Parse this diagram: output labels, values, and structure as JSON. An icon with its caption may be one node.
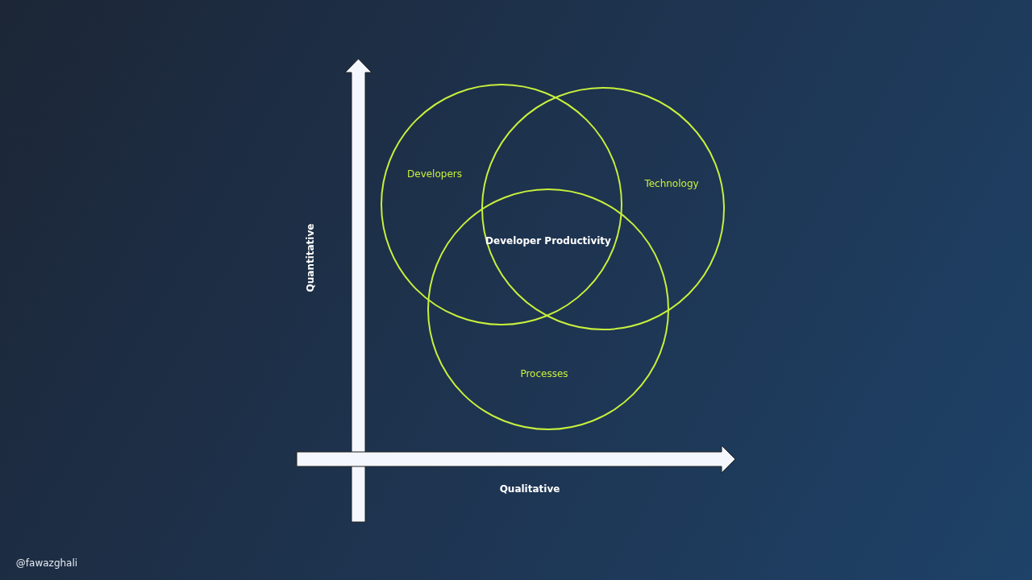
{
  "diagram": {
    "nodes": [
      {
        "text": [
          "Developers"
        ]
      },
      {
        "text": [
          "Technology"
        ]
      },
      {
        "text": [
          "Processes"
        ]
      }
    ],
    "labels": [
      "Developer Productivity",
      "Quantitative",
      "Qualitative",
      "@fawazghali"
    ]
  }
}
